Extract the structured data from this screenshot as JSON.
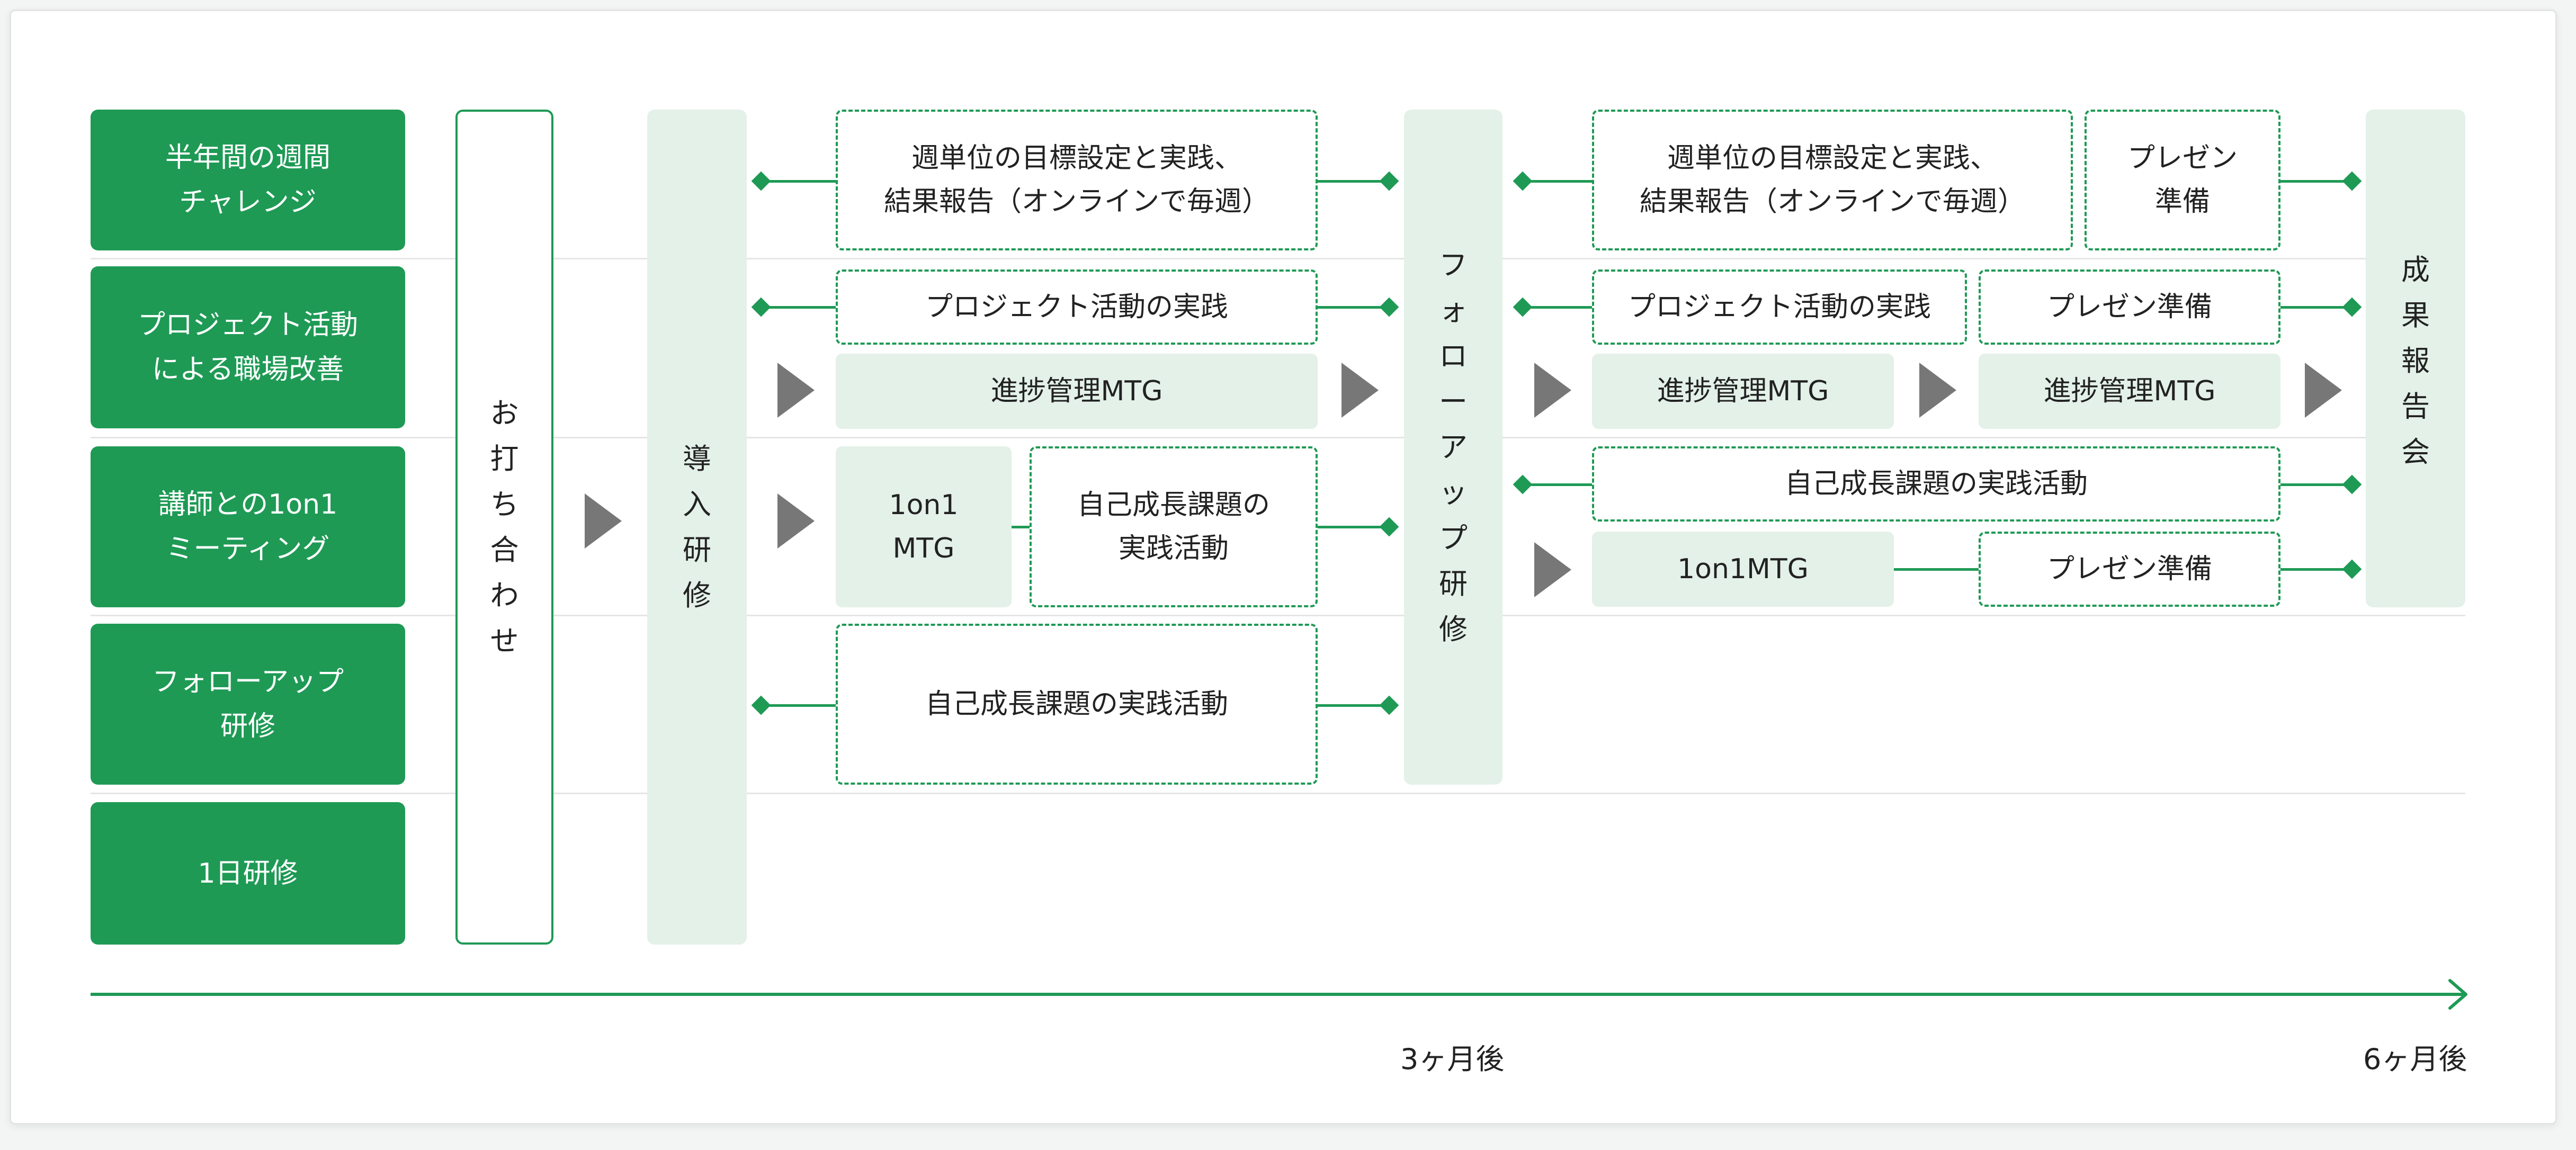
{
  "categories": [
    {
      "l1": "半年間の週間",
      "l2": "チャレンジ"
    },
    {
      "l1": "プロジェクト活動",
      "l2": "による職場改善"
    },
    {
      "l1": "講師との1on1",
      "l2": "ミーティング"
    },
    {
      "l1": "フォローアップ",
      "l2": "研修"
    },
    {
      "l1": "1日研修",
      "l2": ""
    }
  ],
  "columns": {
    "meeting": [
      "お",
      "打",
      "ち",
      "合",
      "わ",
      "せ"
    ],
    "intro": [
      "導",
      "入",
      "研",
      "修"
    ],
    "followup": [
      "フ",
      "ォ",
      "ロ",
      "ー",
      "ア",
      "ッ",
      "プ",
      "研",
      "修"
    ],
    "report": [
      "成",
      "果",
      "報",
      "告",
      "会"
    ]
  },
  "boxes": {
    "weekly_l1": "週単位の目標設定と実践、",
    "weekly_l2": "結果報告（オンラインで毎週）",
    "pres_l1": "プレゼン",
    "pres_l2": "準備",
    "project": "プロジェクト活動の実践",
    "pres_single": "プレゼン準備",
    "progress_mtg": "進捗管理MTG",
    "oneonone_l1": "1on1",
    "oneonone_l2": "MTG",
    "self_l1": "自己成長課題の",
    "self_l2": "実践活動",
    "self_full": "自己成長課題の実践活動",
    "oneonone_mtg": "1on1MTG"
  },
  "timeline": {
    "tick_3m": "3ヶ月後",
    "tick_6m": "6ヶ月後"
  },
  "colors": {
    "brand_green": "#1e9a55",
    "light_green": "#e3f1e8",
    "arrow_gray": "#777777",
    "separator": "#e4e6e5"
  }
}
